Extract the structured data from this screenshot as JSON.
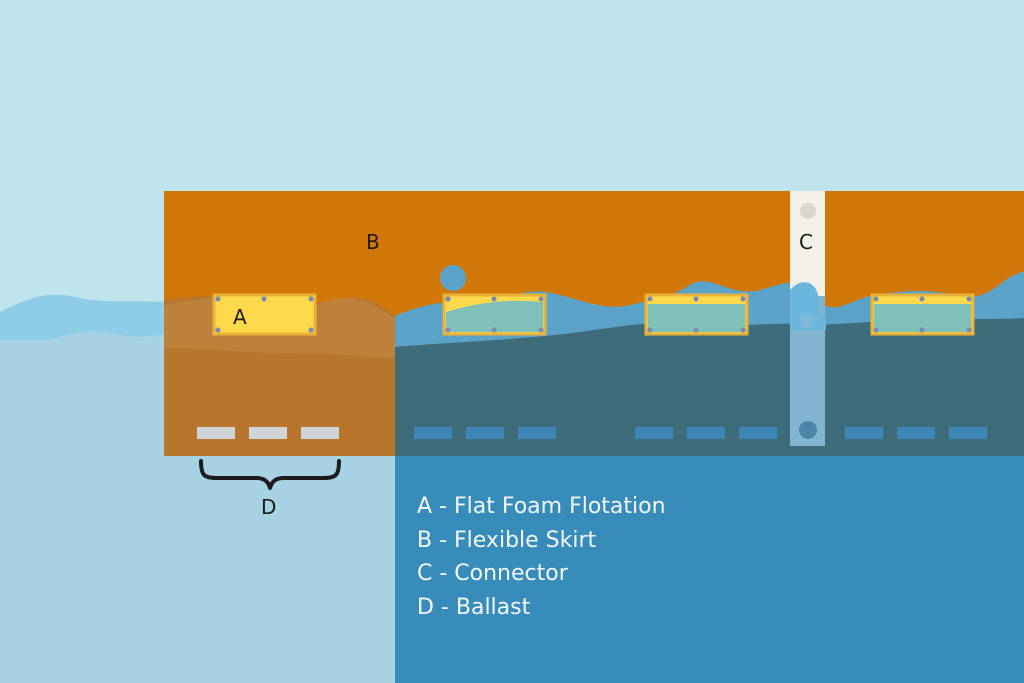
{
  "colors": {
    "sky": "#bfe4ec",
    "water_surface": "#8ecde6",
    "water_shallow": "#a6d2e4",
    "water_deep": "#388cba",
    "water_dark": "#3f6c7b",
    "skirt": "#d17709",
    "skirt_submerged": "#b8752c",
    "foam_float": "#fed94b",
    "foam_outline": "#e9b23a",
    "connector": "#f3f0e8",
    "ballast_dry": "#cfd4d6",
    "ballast_wet": "#3d86b5",
    "label_text": "#1c1c1c",
    "legend_text": "#f2f6f8"
  },
  "diagram": {
    "labels": {
      "a": "A",
      "b": "B",
      "c": "C",
      "d": "D"
    }
  },
  "legend": {
    "items": [
      "A - Flat Foam Flotation",
      "B - Flexible Skirt",
      "C - Connector",
      "D - Ballast"
    ]
  }
}
